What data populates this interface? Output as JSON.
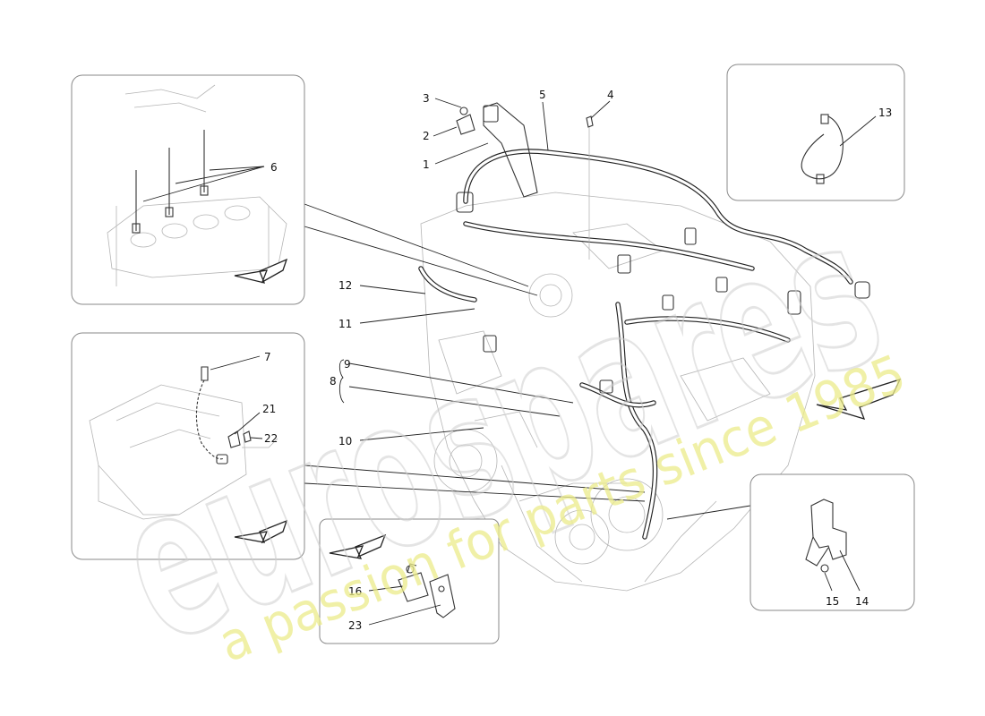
{
  "diagram": {
    "callouts": {
      "n1": "1",
      "n2": "2",
      "n3": "3",
      "n4": "4",
      "n5": "5",
      "n6": "6",
      "n7": "7",
      "n8": "8",
      "n9": "9",
      "n10": "10",
      "n11": "11",
      "n12": "12",
      "n13": "13",
      "n14": "14",
      "n15": "15",
      "n16": "16",
      "n21": "21",
      "n22": "22",
      "n23": "23"
    },
    "watermark": {
      "logo_text": "eurospares",
      "tagline": "a passion for parts since 1985"
    }
  }
}
